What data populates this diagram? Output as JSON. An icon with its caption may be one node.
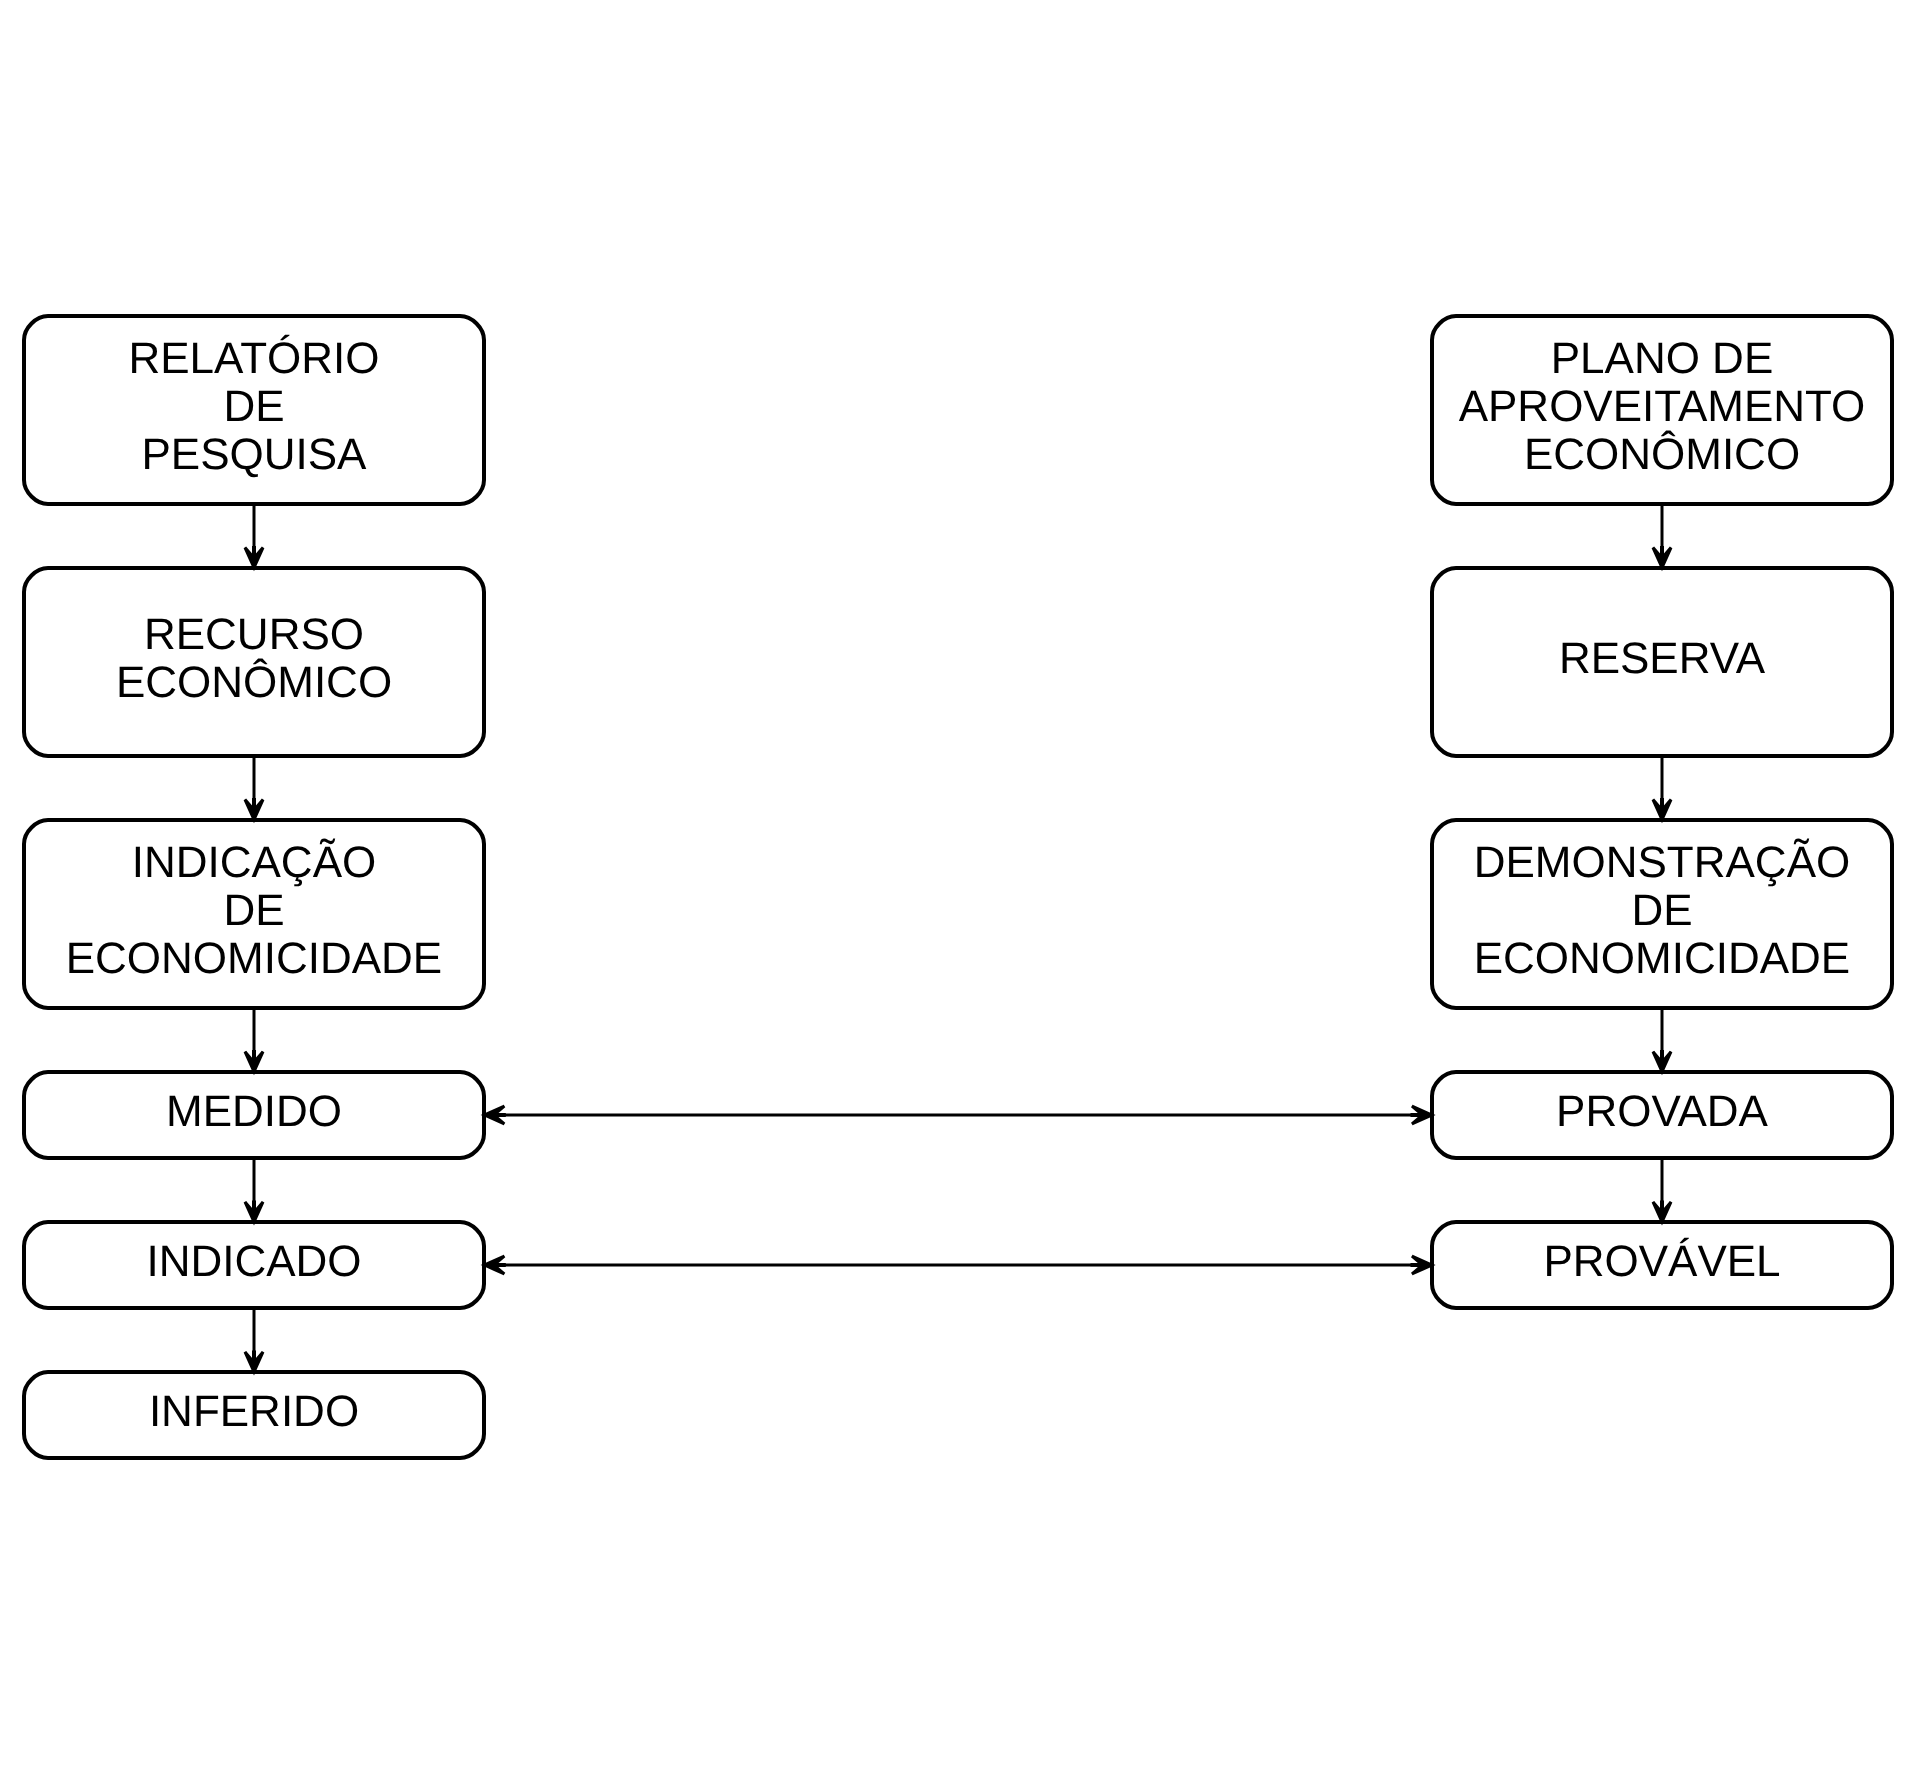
{
  "diagram": {
    "nodes": [
      {
        "text": [
          "RELATÓRIO DE PESQUISA"
        ]
      },
      {
        "text": [
          "PLANO DE APROVEITAMENTO ECONÔMICO"
        ]
      },
      {
        "text": [
          "RECURSO ECONÔMICO"
        ]
      },
      {
        "text": [
          "RESERVA"
        ]
      },
      {
        "text": [
          "INDICAÇÃO DE ECONOMICIDADE"
        ]
      },
      {
        "text": [
          "DEMONSTRAÇÃO DE ECONOMICIDADE"
        ]
      },
      {
        "text": [
          "MEDIDO"
        ]
      },
      {
        "text": [
          "PROVADA"
        ]
      },
      {
        "text": [
          "INDICADO"
        ]
      },
      {
        "text": [
          "PROVÁVEL"
        ]
      },
      {
        "text": [
          "INFERIDO"
        ]
      }
    ],
    "edges": [
      {
        "from": 0,
        "to": 2,
        "arrow": "to"
      },
      {
        "from": 2,
        "to": 4,
        "arrow": "to"
      },
      {
        "from": 4,
        "to": 6,
        "arrow": "to"
      },
      {
        "from": 6,
        "to": 8,
        "arrow": "to"
      },
      {
        "from": 8,
        "to": 10,
        "arrow": "to"
      },
      {
        "from": 1,
        "to": 3,
        "arrow": "to"
      },
      {
        "from": 3,
        "to": 5,
        "arrow": "to"
      },
      {
        "from": 5,
        "to": 7,
        "arrow": "to"
      },
      {
        "from": 7,
        "to": 9,
        "arrow": "to"
      },
      {
        "from": 6,
        "to": 7,
        "arrow": "both"
      },
      {
        "from": 8,
        "to": 9,
        "arrow": "both"
      }
    ]
  }
}
